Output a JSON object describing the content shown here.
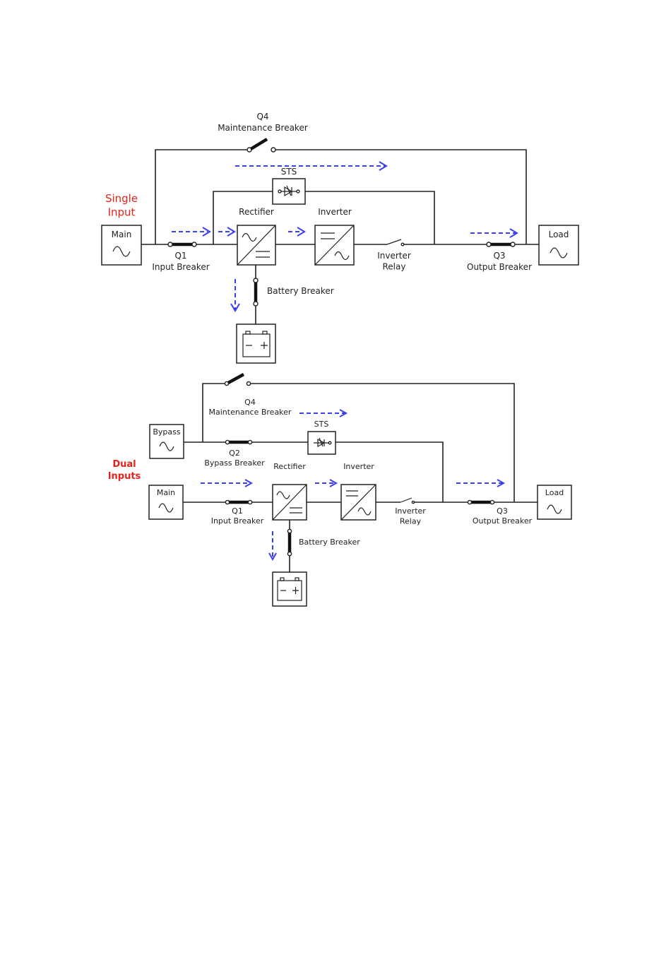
{
  "single_input": {
    "title": "Single\nInput",
    "main": "Main",
    "load": "Load",
    "q4": "Q4",
    "q4_label": "Maintenance Breaker",
    "sts": "STS",
    "rectifier": "Rectifier",
    "inverter": "Inverter",
    "q1": "Q1",
    "q1_label": "Input Breaker",
    "inverter_relay": "Inverter\nRelay",
    "q3": "Q3",
    "q3_label": "Output Breaker",
    "battery_breaker": "Battery Breaker"
  },
  "dual_inputs": {
    "title": "Dual\nInputs",
    "bypass": "Bypass",
    "main": "Main",
    "load": "Load",
    "q4": "Q4",
    "q4_label": "Maintenance Breaker",
    "sts": "STS",
    "q2": "Q2",
    "q2_label": "Bypass Breaker",
    "rectifier": "Rectifier",
    "inverter": "Inverter",
    "q1": "Q1",
    "q1_label": "Input Breaker",
    "inverter_relay": "Inverter\nRelay",
    "q3": "Q3",
    "q3_label": "Output Breaker",
    "battery_breaker": "Battery Breaker"
  },
  "colors": {
    "flow_arrow": "#3a3ff0",
    "mode_title": "#e8231c",
    "line": "#222222"
  },
  "icons": [
    "ac-sine-icon",
    "rectifier-icon",
    "inverter-icon",
    "battery-icon",
    "thyristor-icon",
    "breaker-icon",
    "relay-icon"
  ]
}
